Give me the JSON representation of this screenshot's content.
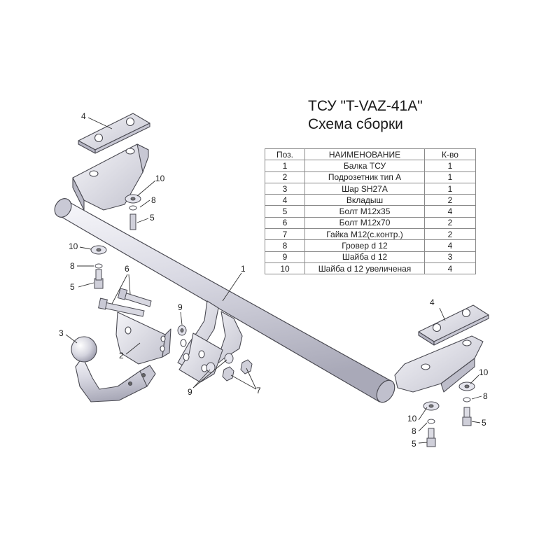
{
  "title": {
    "line1": "ТСУ \"T-VAZ-41A\"",
    "line2": "Схема сборки"
  },
  "table": {
    "headers": [
      "Поз.",
      "НАИМЕНОВАНИЕ",
      "К-во"
    ],
    "rows": [
      [
        "1",
        "Балка ТСУ",
        "1"
      ],
      [
        "2",
        "Подрозетник тип А",
        "1"
      ],
      [
        "3",
        "Шар SH27A",
        "1"
      ],
      [
        "4",
        "Вкладыш",
        "2"
      ],
      [
        "5",
        "Болт М12х35",
        "4"
      ],
      [
        "6",
        "Болт М12х70",
        "2"
      ],
      [
        "7",
        "Гайка М12(с.контр.)",
        "2"
      ],
      [
        "8",
        "Гровер d 12",
        "4"
      ],
      [
        "9",
        "Шайба d 12",
        "3"
      ],
      [
        "10",
        "Шайба d 12 увеличеная",
        "4"
      ]
    ]
  },
  "callouts": [
    "4",
    "10",
    "8",
    "5",
    "10",
    "8",
    "5",
    "6",
    "9",
    "1",
    "3",
    "2",
    "9",
    "7",
    "4",
    "10",
    "8",
    "10",
    "8",
    "5",
    "5"
  ],
  "colors": {
    "metal": "#e1e1e8",
    "metal_shadow": "#b6b6c4",
    "outline": "#4a4a52"
  }
}
